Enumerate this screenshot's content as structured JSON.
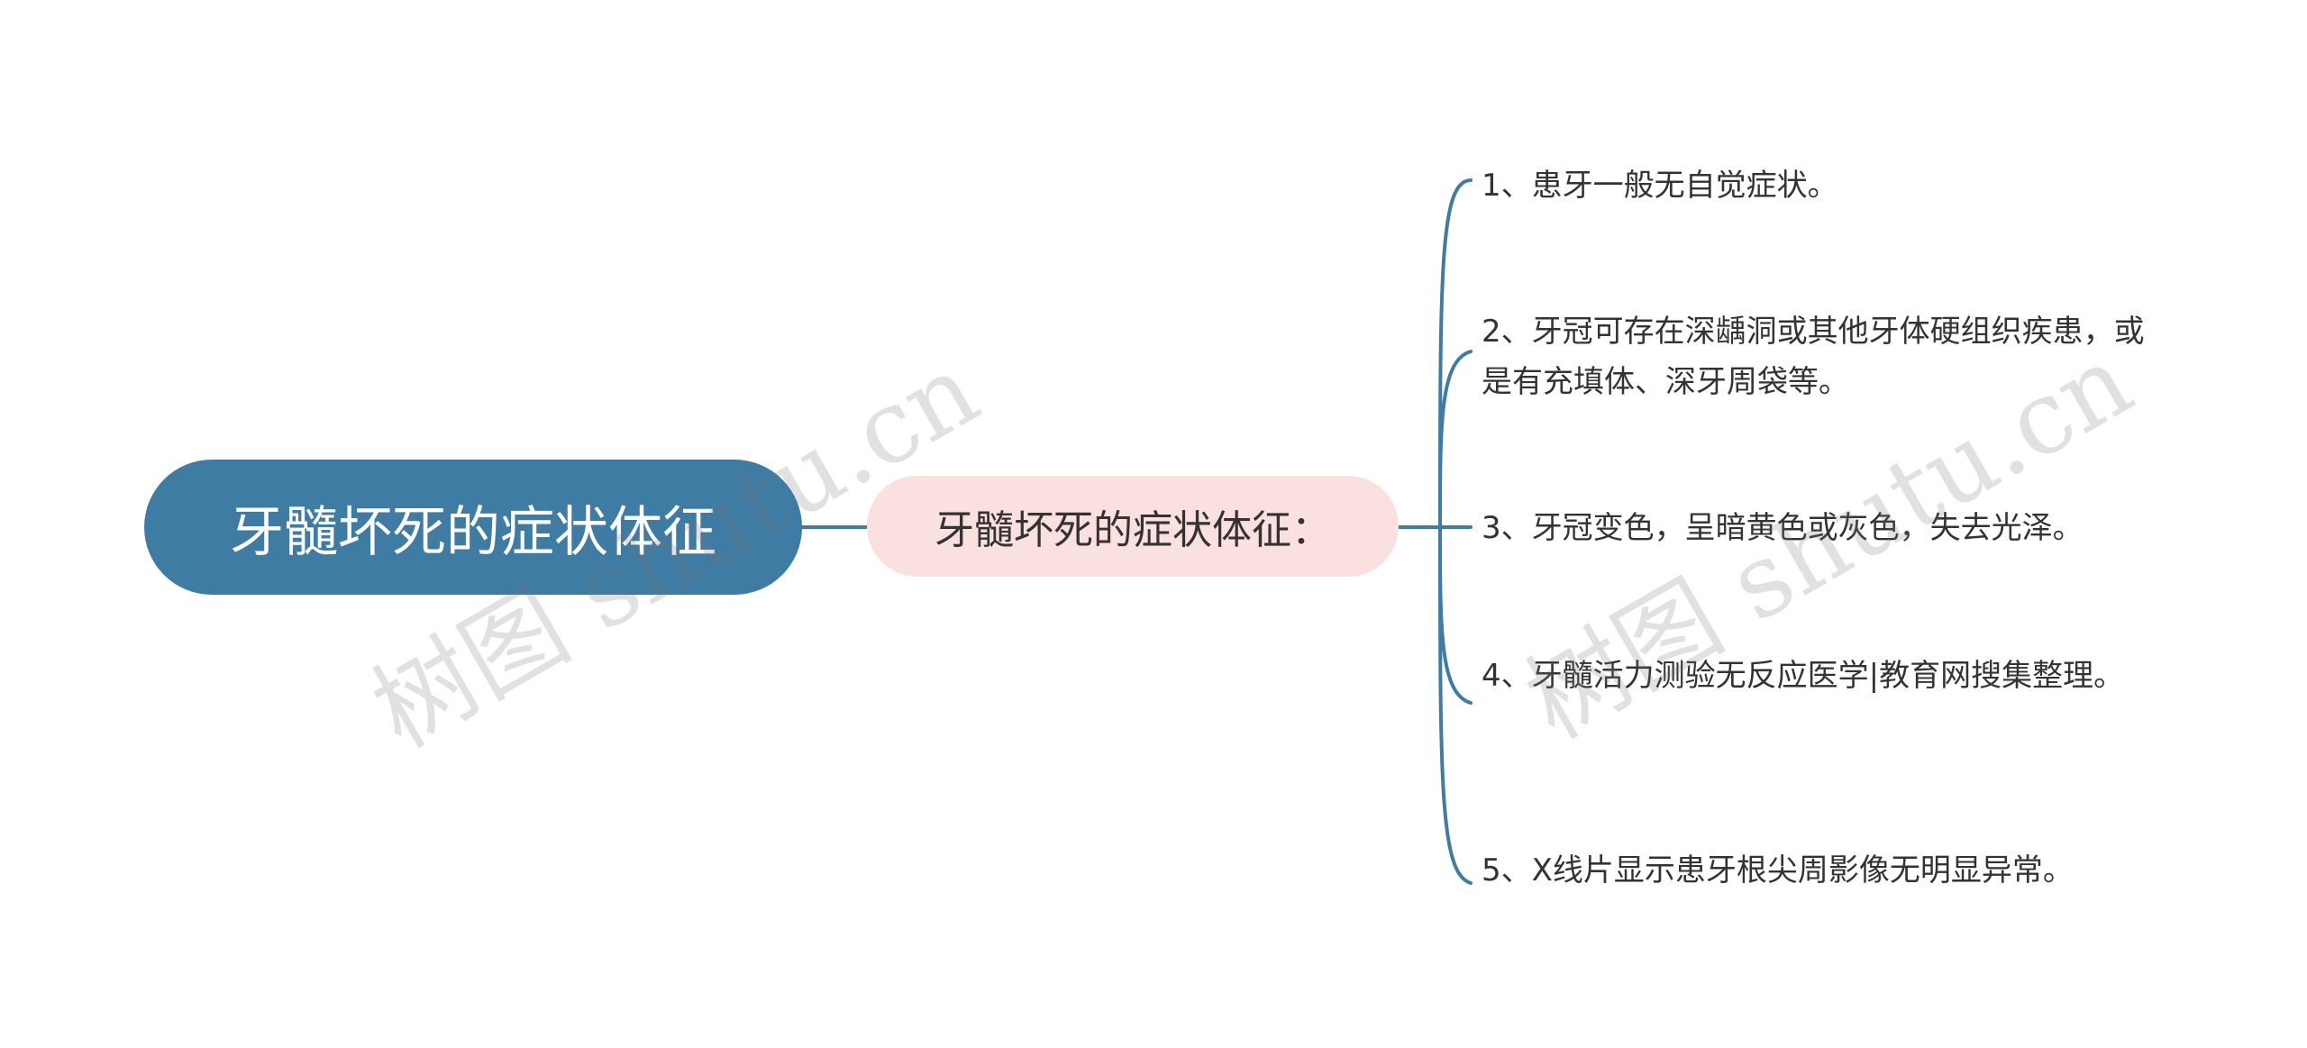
{
  "root": {
    "label": "牙髓坏死的症状体征",
    "color": "#3f7ca3"
  },
  "branch": {
    "label": "牙髓坏死的症状体征：",
    "color": "#fbe0e0"
  },
  "leaves": [
    {
      "label": "1、患牙一般无自觉症状。"
    },
    {
      "label": "2、牙冠可存在深龋洞或其他牙体硬组织疾患，或是有充填体、深牙周袋等。"
    },
    {
      "label": "3、牙冠变色，呈暗黄色或灰色，失去光泽。"
    },
    {
      "label": "4、牙髓活力测验无反应医学|教育网搜集整理。"
    },
    {
      "label": "5、X线片显示患牙根尖周影像无明显异常。"
    }
  ],
  "connector_color": "#3f7ca3",
  "watermark": "树图 shutu.cn"
}
